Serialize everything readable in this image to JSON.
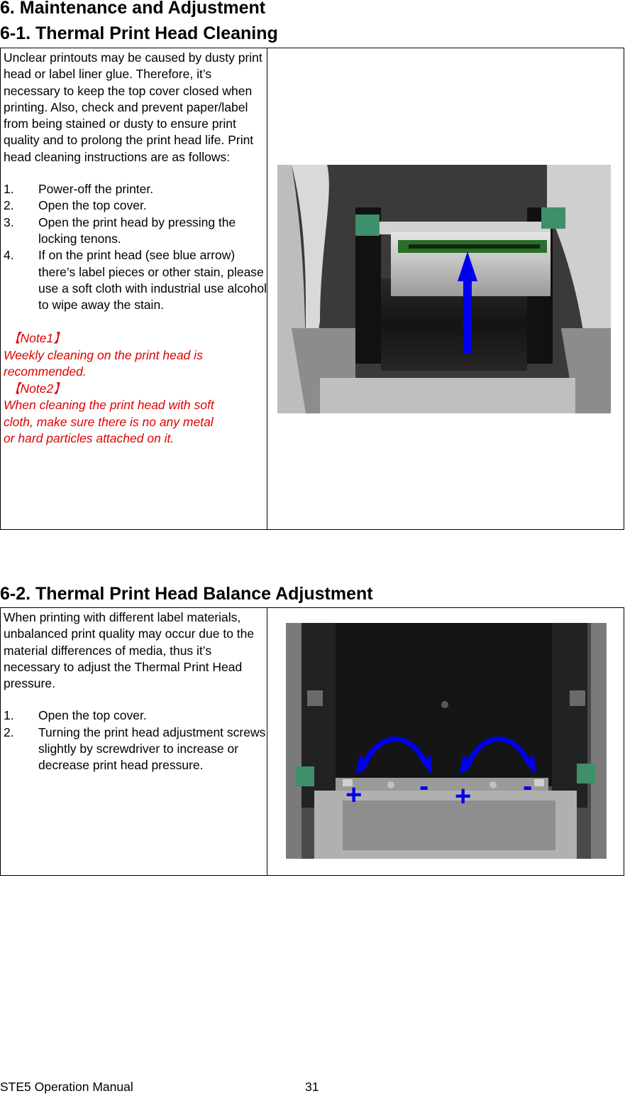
{
  "page": {
    "heading": "6. Maintenance and Adjustment",
    "footer_left": "STE5 Operation Manual",
    "footer_page": "31"
  },
  "section1": {
    "title": "6-1. Thermal Print Head Cleaning",
    "intro": "Unclear printouts may be caused by dusty print head or label liner glue. Therefore, it’s necessary to keep the top cover closed when printing. Also, check and prevent paper/label from being stained or dusty to ensure print quality and to prolong the print head life. Print head cleaning instructions are as follows:",
    "steps": [
      {
        "num": "1.",
        "text": "Power-off the printer."
      },
      {
        "num": "2.",
        "text": "Open the top cover."
      },
      {
        "num": "3.",
        "text": "Open the print head by pressing the locking tenons."
      },
      {
        "num": "4.",
        "text": "If on the print head (see blue arrow) there’s label pieces or other stain, please use a soft cloth with industrial use alcohol to wipe away the stain."
      }
    ],
    "note1_label": "【Note1】",
    "note1_text": "Weekly cleaning on the print head is recommended.",
    "note2_label": "【Note2】",
    "note2_text": "When cleaning the print head with soft cloth, make sure there is no any metal or hard particles attached on it."
  },
  "section2": {
    "title": "6-2. Thermal Print Head Balance Adjustment",
    "intro": "When printing with different label materials, unbalanced print quality may occur due to the material differences of media, thus it’s necessary to adjust the Thermal Print Head pressure.",
    "steps": [
      {
        "num": "1.",
        "text": "Open the top cover."
      },
      {
        "num": "2.",
        "text": "Turning the print head adjustment screws slightly by screwdriver to increase or decrease print head pressure."
      }
    ],
    "figure_marks": [
      "+",
      "-",
      "+",
      "-"
    ]
  },
  "colors": {
    "note": "#e00000",
    "arrow": "#0000ee"
  }
}
